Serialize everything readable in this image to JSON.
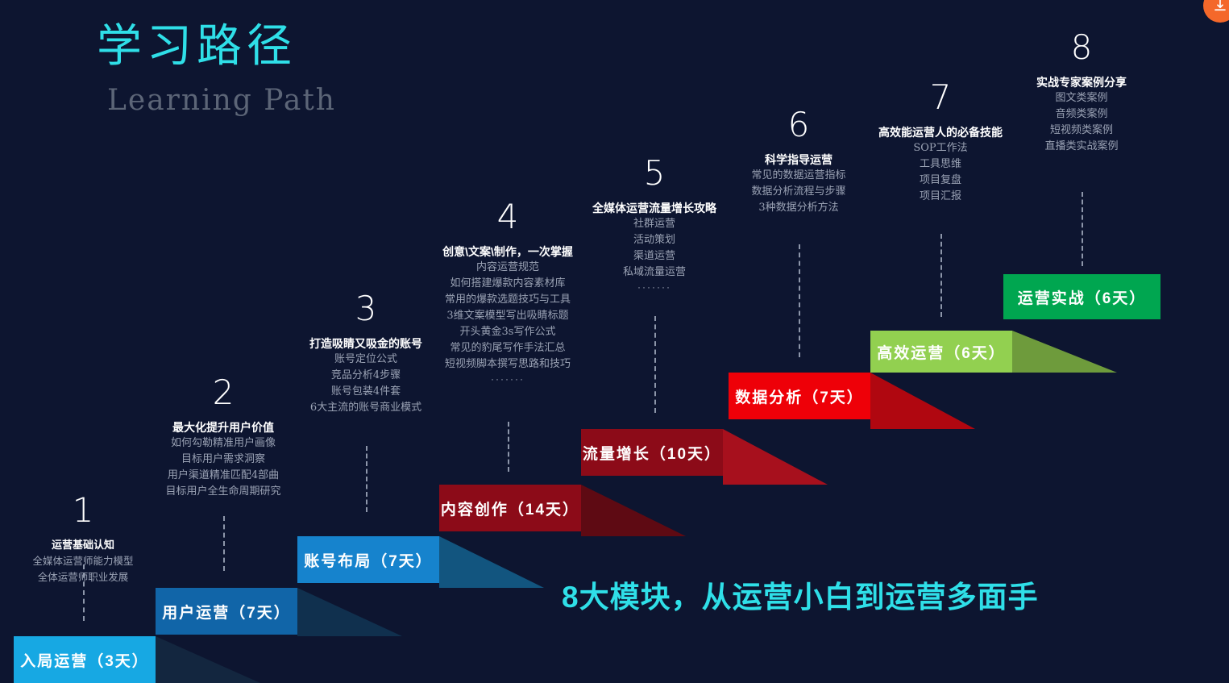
{
  "theme": {
    "background": "#0d1530",
    "accent_cyan": "#2fdfe8",
    "subtext_gray": "#9aa2b4",
    "title_en_gray": "#5c6577",
    "dash_gray": "#8d96aa"
  },
  "header": {
    "title_zh": "学习路径",
    "title_en": "Learning Path"
  },
  "tagline": "8大模块，从运营小白到运营多面手",
  "corner_badge": {
    "icon": "download-circle-icon",
    "color": "#f4682a",
    "label": ""
  },
  "steps": [
    {
      "number": "1",
      "heading": "运营基础认知",
      "items": [
        "全媒体运营师能力模型",
        "全体运营师职业发展"
      ],
      "dots": "",
      "box_label": "入局运营（3天）",
      "box_color": "#17a8e3",
      "riser_color": "#13263f"
    },
    {
      "number": "2",
      "heading": "最大化提升用户价值",
      "items": [
        "如何勾勒精准用户画像",
        "目标用户需求洞察",
        "用户渠道精准匹配4部曲",
        "目标用户全生命周期研究"
      ],
      "dots": "",
      "box_label": "用户运营（7天）",
      "box_color": "#1165a8",
      "riser_color": "#10304e"
    },
    {
      "number": "3",
      "heading": "打造吸睛又吸金的账号",
      "items": [
        "账号定位公式",
        "竞品分析4步骤",
        "账号包装4件套",
        "6大主流的账号商业模式"
      ],
      "dots": "",
      "box_label": "账号布局（7天）",
      "box_color": "#1683cd",
      "riser_color": "#12557f"
    },
    {
      "number": "4",
      "heading": "创意\\文案\\制作，一次掌握",
      "items": [
        "内容运营规范",
        "如何搭建爆款内容素材库",
        "常用的爆款选题技巧与工具",
        "3维文案模型写出吸睛标题",
        "开头黄金3s写作公式",
        "常见的豹尾写作手法汇总",
        "短视频脚本撰写思路和技巧"
      ],
      "dots": "·······",
      "box_label": "内容创作（14天）",
      "box_color": "#8c0b18",
      "riser_color": "#5e0a13"
    },
    {
      "number": "5",
      "heading": "全媒体运营流量增长攻略",
      "items": [
        "社群运营",
        "活动策划",
        "渠道运营",
        "私域流量运营"
      ],
      "dots": "·······",
      "box_label": "流量增长（10天）",
      "box_color": "#8c0b18",
      "riser_color": "#a7101d"
    },
    {
      "number": "6",
      "heading": "科学指导运营",
      "items": [
        "常见的数据运营指标",
        "数据分析流程与步骤",
        "3种数据分析方法"
      ],
      "dots": "",
      "box_label": "数据分析（7天）",
      "box_color": "#ee0008",
      "riser_color": "#b00710"
    },
    {
      "number": "7",
      "heading": "高效能运营人的必备技能",
      "items": [
        "SOP工作法",
        "工具思维",
        "项目复盘",
        "项目汇报"
      ],
      "dots": "",
      "box_label": "高效运营（6天）",
      "box_color": "#92d050",
      "riser_color": "#6e9b3c"
    },
    {
      "number": "8",
      "heading": "实战专家案例分享",
      "items": [
        "图文类案例",
        "音频类案例",
        "短视频类案例",
        "直播类实战案例"
      ],
      "dots": "",
      "box_label": "运营实战（6天）",
      "box_color": "#00a650",
      "riser_color": "#0d1530"
    }
  ]
}
